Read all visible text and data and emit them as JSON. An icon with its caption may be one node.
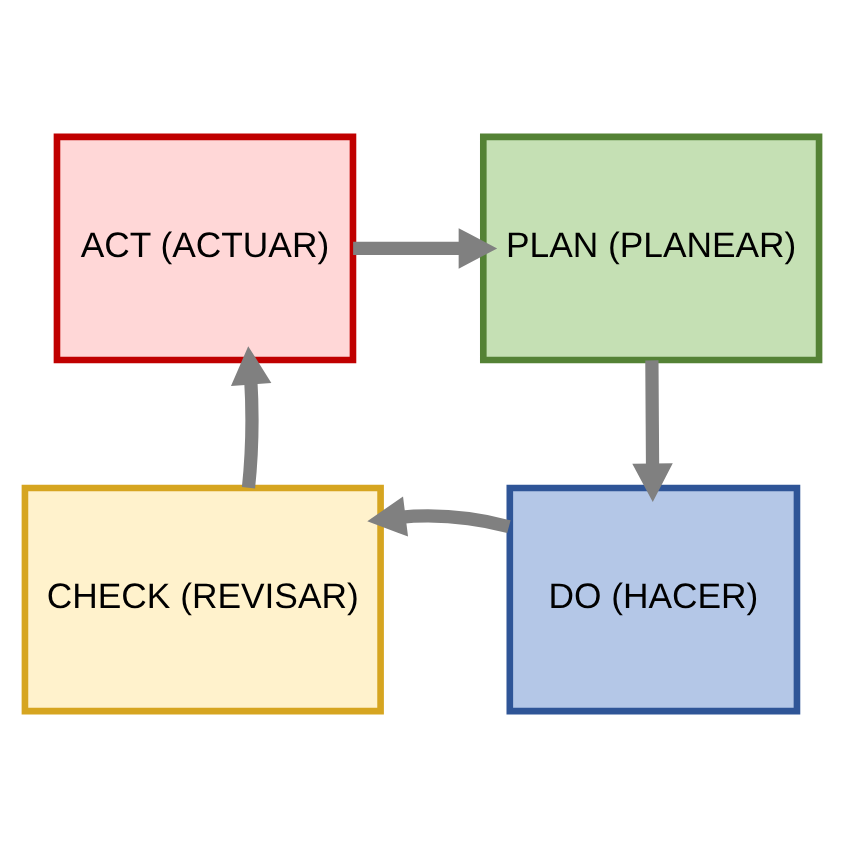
{
  "diagram": {
    "nodes": [
      {
        "text": [
          "ACT (ACTUAR)"
        ]
      },
      {
        "text": [
          "PLAN (PLANEAR)"
        ]
      },
      {
        "text": [
          "CHECK (REVISAR)"
        ]
      },
      {
        "text": [
          "DO (HACER)"
        ]
      }
    ],
    "edges": [
      {
        "from": 0,
        "to": 1,
        "arrow": "to"
      },
      {
        "from": 1,
        "to": 3,
        "arrow": "to"
      },
      {
        "from": 3,
        "to": 2,
        "arrow": "to"
      },
      {
        "from": 2,
        "to": 0,
        "arrow": "to"
      }
    ]
  }
}
